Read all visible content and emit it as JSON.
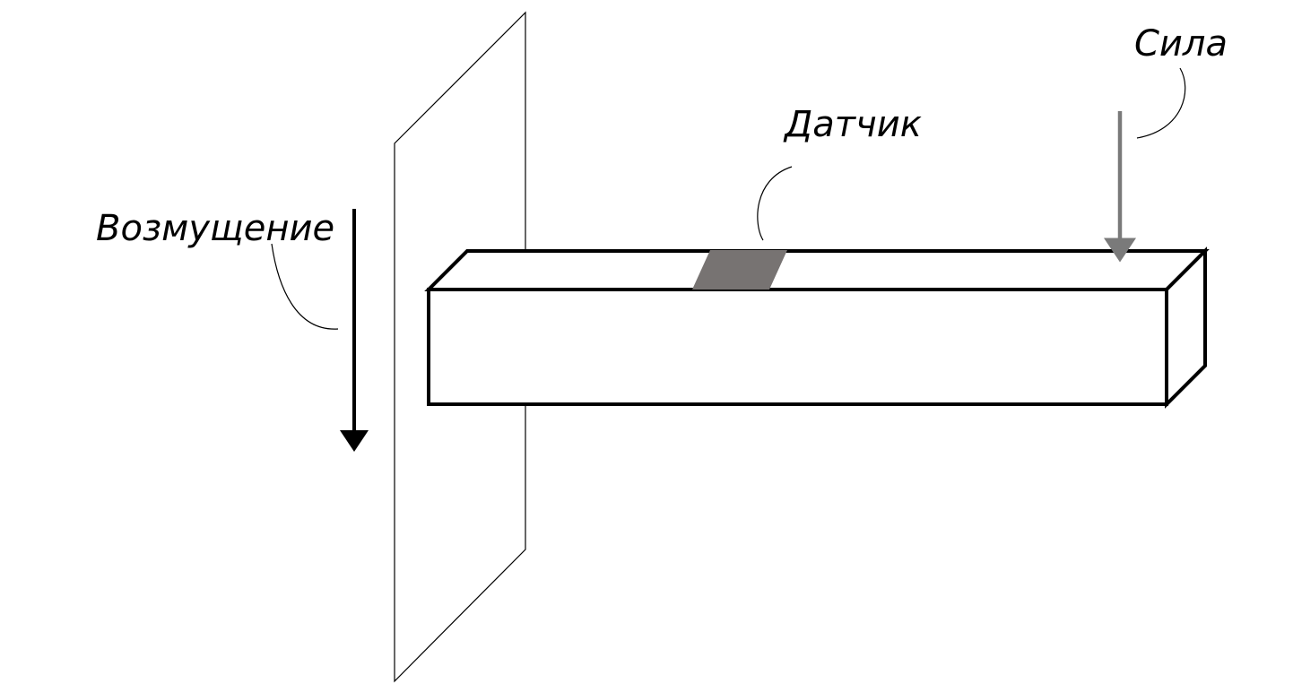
{
  "labels": {
    "disturbance": "Возмущение",
    "sensor": "Датчик",
    "force": "Сила"
  },
  "colors": {
    "background": "#ffffff",
    "line": "#000000",
    "sensor_fill": "#777372",
    "force_arrow": "#7a7a7a"
  }
}
